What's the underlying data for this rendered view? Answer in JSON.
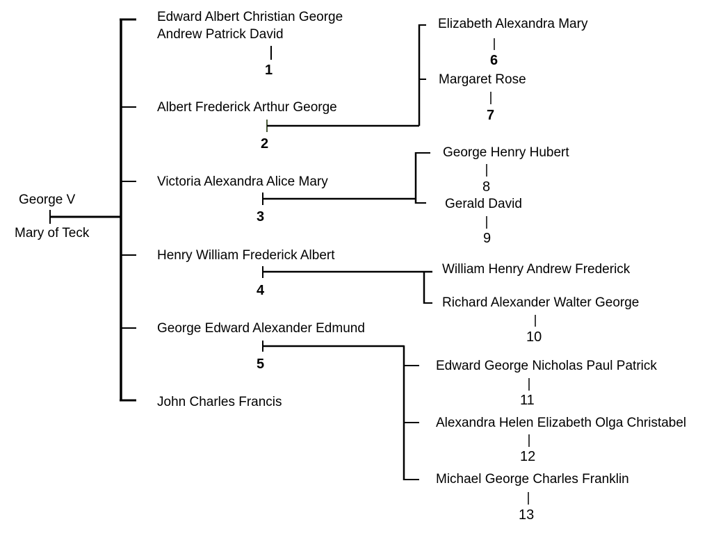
{
  "parents": {
    "father": "George V",
    "mother": "Mary of Teck"
  },
  "children": [
    {
      "name": "Edward Albert Christian George",
      "name2": "Andrew Patrick David",
      "number": "1"
    },
    {
      "name": "Albert Frederick Arthur George",
      "number": "2"
    },
    {
      "name": "Victoria Alexandra Alice Mary",
      "number": "3"
    },
    {
      "name": "Henry William Frederick Albert",
      "number": "4"
    },
    {
      "name": "George Edward Alexander Edmund",
      "number": "5"
    },
    {
      "name": "John Charles Francis"
    }
  ],
  "grandchildren": [
    {
      "name": "Elizabeth Alexandra Mary",
      "number": "6"
    },
    {
      "name": "Margaret Rose",
      "number": "7"
    },
    {
      "name": "George Henry Hubert",
      "number": "8"
    },
    {
      "name": "Gerald David",
      "number": "9"
    },
    {
      "name": "William Henry Andrew Frederick"
    },
    {
      "name": "Richard Alexander Walter George",
      "number": "10"
    },
    {
      "name": "Edward George Nicholas Paul Patrick",
      "number": "11"
    },
    {
      "name": "Alexandra Helen Elizabeth Olga Christabel",
      "number": "12"
    },
    {
      "name": "Michael George Charles Franklin",
      "number": "13"
    }
  ]
}
